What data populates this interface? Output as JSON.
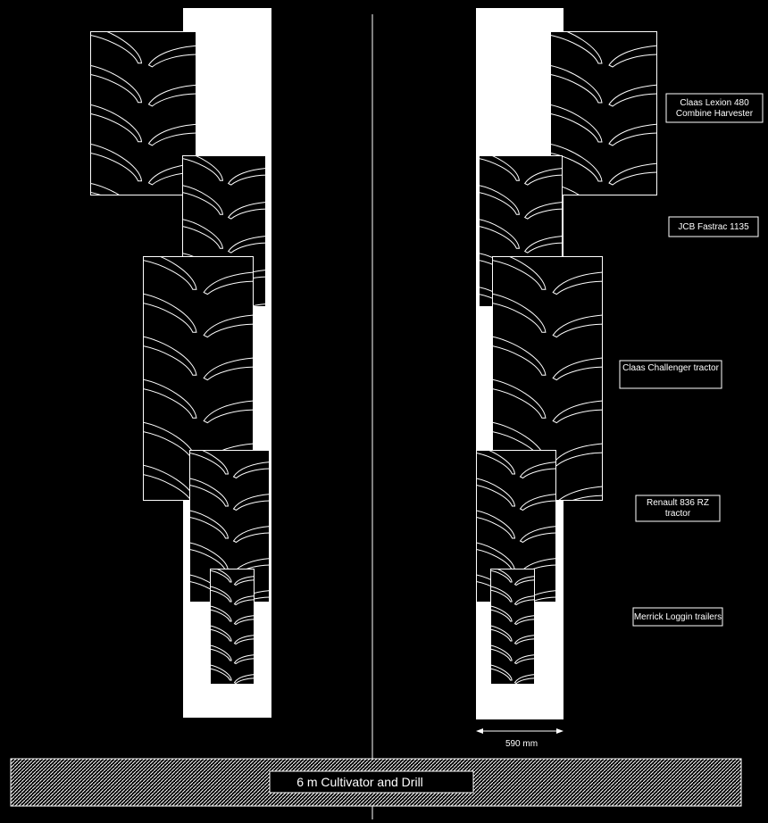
{
  "labels": {
    "claas_lexion": [
      "Claas Lexion 480",
      "Combine Harvester"
    ],
    "jcb_fastrac": [
      "JCB Fastrac 1135"
    ],
    "claas_challenger": [
      "Claas Challenger tractor"
    ],
    "renault": [
      "Renault 836 RZ",
      "tractor"
    ],
    "merrick": [
      "Merrick Loggin trailers"
    ]
  },
  "dimension": {
    "text": "590 mm"
  },
  "implement": {
    "title": "6 m Cultivator and Drill"
  },
  "colors": {
    "background": "#000000",
    "line": "#ffffff",
    "track": "#ffffff"
  }
}
